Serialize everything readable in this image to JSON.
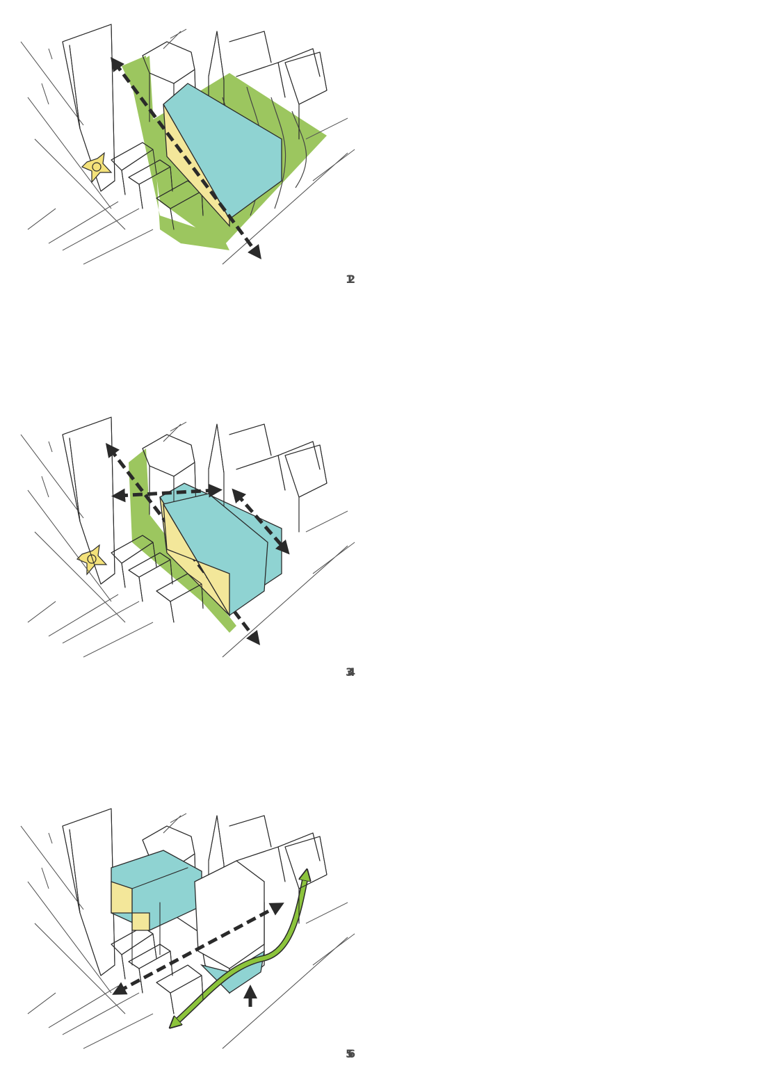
{
  "colors": {
    "site_green": "#9cc65f",
    "block_cyan": "#8fd3d2",
    "block_yellow": "#f3e79a",
    "arrow_dark": "#2a2a2a",
    "path_green": "#8cc43c",
    "star_yellow": "#f4e27a",
    "line": "#2b2b2b"
  },
  "panels": [
    {
      "number": "1"
    },
    {
      "number": "2"
    },
    {
      "number": "3"
    },
    {
      "number": "4"
    },
    {
      "number": "5"
    },
    {
      "number": "6"
    }
  ],
  "icons": [
    "star-marker-icon",
    "arrow-icon",
    "up-arrow-icon"
  ]
}
